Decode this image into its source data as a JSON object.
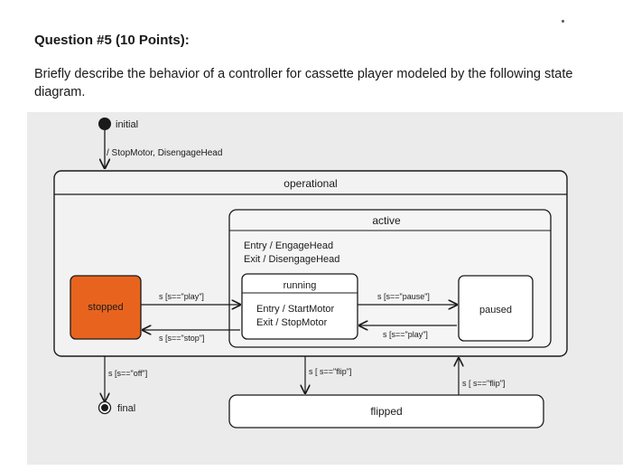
{
  "question": {
    "title": "Question #5 (10 Points):",
    "prompt": "Briefly describe the behavior of a controller for cassette player modeled by the following state diagram."
  },
  "diagram": {
    "initial_label": "initial",
    "initial_action": "/ StopMotor, DisengageHead",
    "operational": {
      "name": "operational"
    },
    "active": {
      "name": "active",
      "entry": "Entry / EngageHead",
      "exit": "Exit / DisengageHead"
    },
    "running": {
      "name": "running",
      "entry": "Entry / StartMotor",
      "exit": "Exit / StopMotor"
    },
    "stopped": {
      "name": "stopped",
      "color": "#e8641e"
    },
    "paused": {
      "name": "paused"
    },
    "flipped": {
      "name": "flipped"
    },
    "final_label": "final",
    "transitions": {
      "stopped_to_running": "s [s==\"play\"]",
      "running_to_stopped": "s [s==\"stop\"]",
      "running_to_paused": "s [s==\"pause\"]",
      "paused_to_running": "s [s==\"play\"]",
      "to_final": "s [s==\"off\"]",
      "to_flipped": "s [ s==\"flip\"]",
      "from_flipped": "s [ s==\"flip\"]"
    }
  }
}
